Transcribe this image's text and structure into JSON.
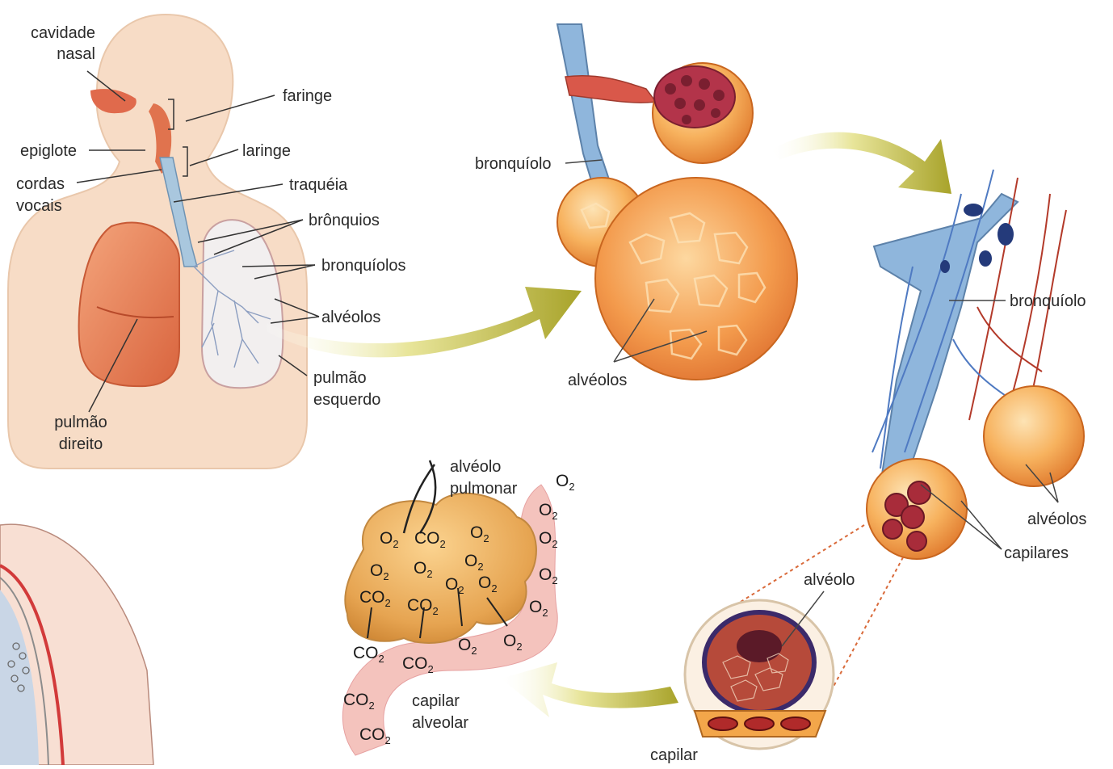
{
  "panel_body": {
    "labels": {
      "cavidade_nasal_1": "cavidade",
      "cavidade_nasal_2": "nasal",
      "faringe": "faringe",
      "epiglote": "epiglote",
      "laringe": "laringe",
      "cordas_vocais_1": "cordas",
      "cordas_vocais_2": "vocais",
      "traqueia": "traquéia",
      "bronquios": "brônquios",
      "bronquiolos": "bronquíolos",
      "alveolos": "alvéolos",
      "pulmao_esquerdo_1": "pulmão",
      "pulmao_esquerdo_2": "esquerdo",
      "pulmao_direito_1": "pulmão",
      "pulmao_direito_2": "direito"
    }
  },
  "panel_alveoli_cluster": {
    "labels": {
      "bronquiolo": "bronquíolo",
      "alveolos": "alvéolos"
    }
  },
  "panel_capillaries": {
    "labels": {
      "bronquiolo": "bronquíolo",
      "alveolos": "alvéolos",
      "capilares": "capilares"
    }
  },
  "panel_section": {
    "labels": {
      "alveolo": "alvéolo",
      "capilar": "capilar"
    }
  },
  "panel_gas_exchange": {
    "labels": {
      "alveolo_pulmonar_1": "alvéolo",
      "alveolo_pulmonar_2": "pulmonar",
      "capilar_alveolar_1": "capilar",
      "capilar_alveolar_2": "alveolar"
    },
    "gas": {
      "o2_base": "O",
      "o2_sub": "2",
      "co2_base": "CO",
      "co2_sub": "2"
    }
  },
  "colors": {
    "skin": "#f6dcc6",
    "lung": "#e07a52",
    "alveolus": "#f5a24a",
    "bronchiole": "#8db8e0",
    "capillary_blood": "#b03030",
    "arrow": "#c7c13a"
  }
}
